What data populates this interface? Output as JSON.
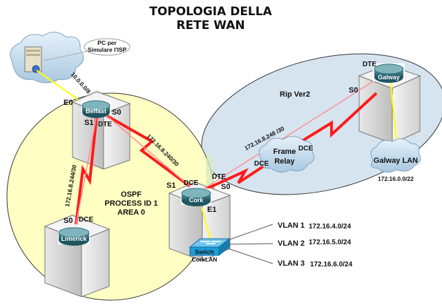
{
  "title": {
    "line1": "TOPOLOGIA DELLA",
    "line2": "RETE WAN"
  },
  "isp": {
    "callout_line1": "PC per",
    "callout_line2": "Simulare l'ISP",
    "icon": "server-icon"
  },
  "areas": {
    "ospf": {
      "line1": "OSPF",
      "line2": "PROCESS ID 1",
      "line3": "AREA  0",
      "color": "#ffffc0"
    },
    "rip": {
      "label": "Rip Ver2",
      "color": "#d6e4f0"
    }
  },
  "routers": {
    "belfast": {
      "name": "Belfast",
      "ports": {
        "e0": "E0",
        "s0": "S0",
        "s1": "S1",
        "dte": "DTE"
      }
    },
    "limerick": {
      "name": "Limerick",
      "ports": {
        "s0": "S0",
        "dce": "DCE"
      }
    },
    "cork": {
      "name": "Cork",
      "ports": {
        "s1": "S1",
        "dce": "DCE",
        "s0": "S0",
        "dte": "DTE",
        "e1": "E1"
      }
    },
    "galway": {
      "name": "Galway",
      "ports": {
        "s0": "S0",
        "dte": "DTE"
      }
    }
  },
  "links": {
    "isp_belfast": "10.0.0.0/8",
    "belfast_limerick": "172.16.8.244/30",
    "belfast_cork": "172.16.8.240/30",
    "cork_galway": "172.16.8.248 /30"
  },
  "frame_relay": {
    "line1": "Frame",
    "line2": "Relay",
    "dce_left": "DCE",
    "dce_right": "DCE"
  },
  "galway_lan": {
    "label": "Galway LAN",
    "subnet": "172.16.0.0/22"
  },
  "switch": {
    "name": "Switch",
    "label": "CorkLAN"
  },
  "vlans": [
    {
      "name": "VLAN 1",
      "subnet": "172.16.4.0/24"
    },
    {
      "name": "VLAN 2",
      "subnet": "172.16.5.0/24"
    },
    {
      "name": "VLAN 3",
      "subnet": "172.16.6.0/24"
    }
  ],
  "colors": {
    "serial_link": "#ff1a1a",
    "ethernet_link": "#ffff00",
    "router": "#2f6f7a",
    "switch": "#1e9bd7"
  }
}
